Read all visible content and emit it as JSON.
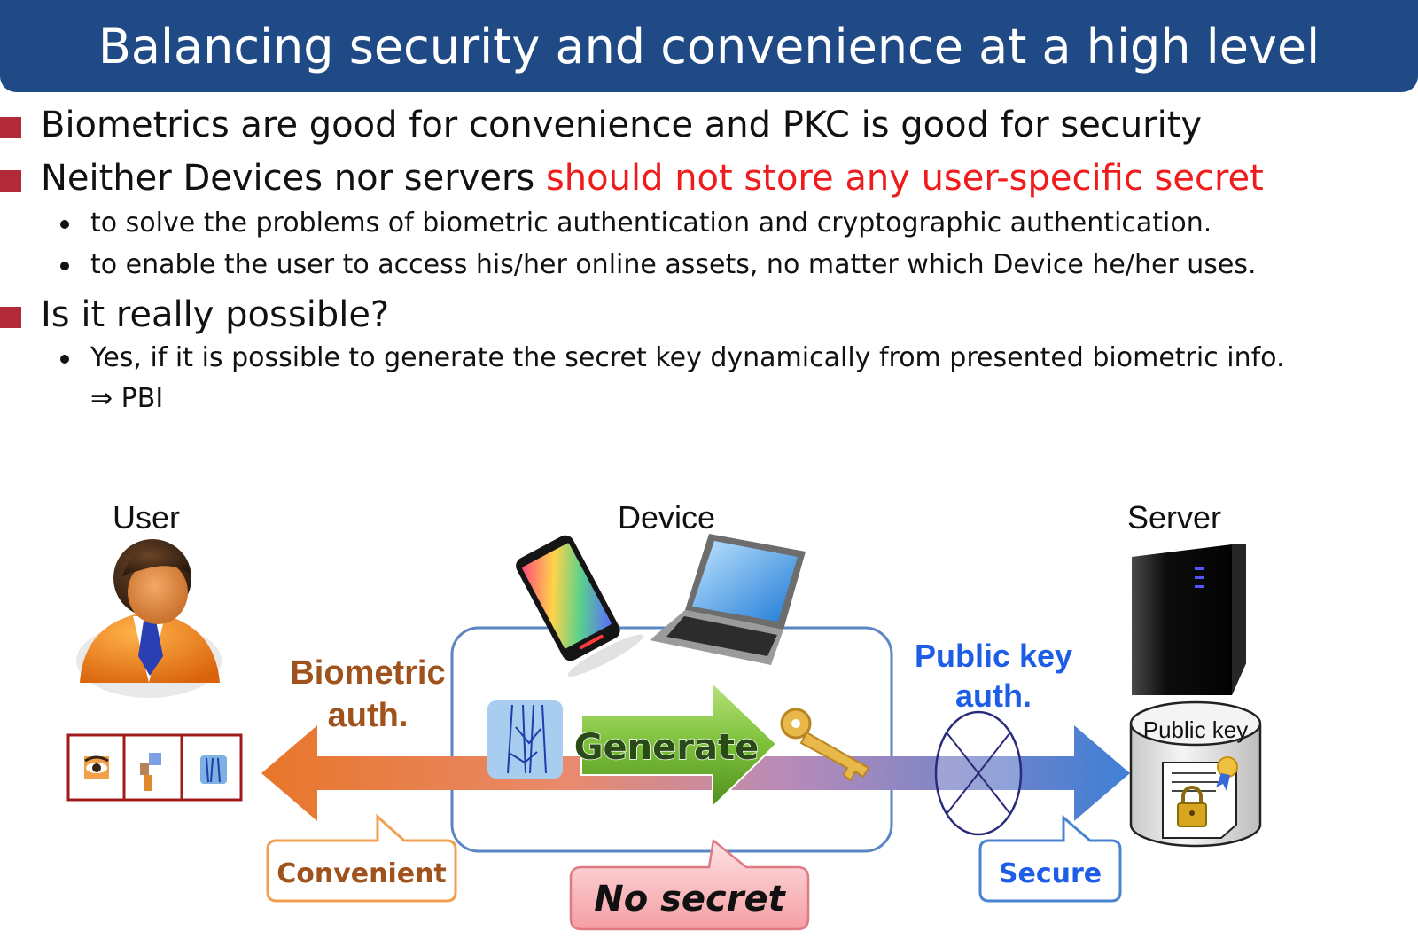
{
  "title": "Balancing security and convenience at a high level",
  "bullets": {
    "b1": "Biometrics are good for convenience and PKC is good for security",
    "b2_black": "Neither Devices nor servers ",
    "b2_red": "should not store any user-specific secret",
    "b2_sub1": "to solve the problems of biometric authentication and cryptographic authentication.",
    "b2_sub2": "to enable the user to access his/her online assets, no matter which Device he/her uses.",
    "b3": "Is it really possible?",
    "b3_sub1": "Yes, if it is possible to generate the secret key dynamically from presented biometric info.",
    "b3_sub1_cont": "⇒ PBI"
  },
  "diagram": {
    "user_label": "User",
    "device_label": "Device",
    "server_label": "Server",
    "biometric_auth_line1": "Biometric",
    "biometric_auth_line2": "auth.",
    "public_key_auth_line1": "Public key",
    "public_key_auth_line2": "auth.",
    "generate_label": "Generate",
    "public_key_db_label": "Public key",
    "callout_convenient": "Convenient",
    "callout_no_secret": "No secret",
    "callout_secure": "Secure"
  },
  "colors": {
    "title_bar": "#1f4a85",
    "bullet_square": "#b22a3a",
    "highlight_red": "#ee1c1c",
    "biometric_brown": "#a0521c",
    "public_key_blue": "#1e5ee6",
    "arrow_orange": "#e8762a",
    "arrow_blue": "#3f7fd6",
    "generate_green": "#6fb42e",
    "device_box": "#5b86c2",
    "convenient_border": "#f0a050",
    "no_secret_fill": "#f7a9ad",
    "secure_border": "#4a84d0"
  },
  "icons": [
    "user-person-icon",
    "eye-icon",
    "fingerprint-icon",
    "vein-icon",
    "smartphone-icon",
    "laptop-icon",
    "key-icon",
    "server-tower-icon",
    "database-cylinder-icon",
    "certificate-icon",
    "padlock-icon",
    "blocked-x-icon"
  ]
}
